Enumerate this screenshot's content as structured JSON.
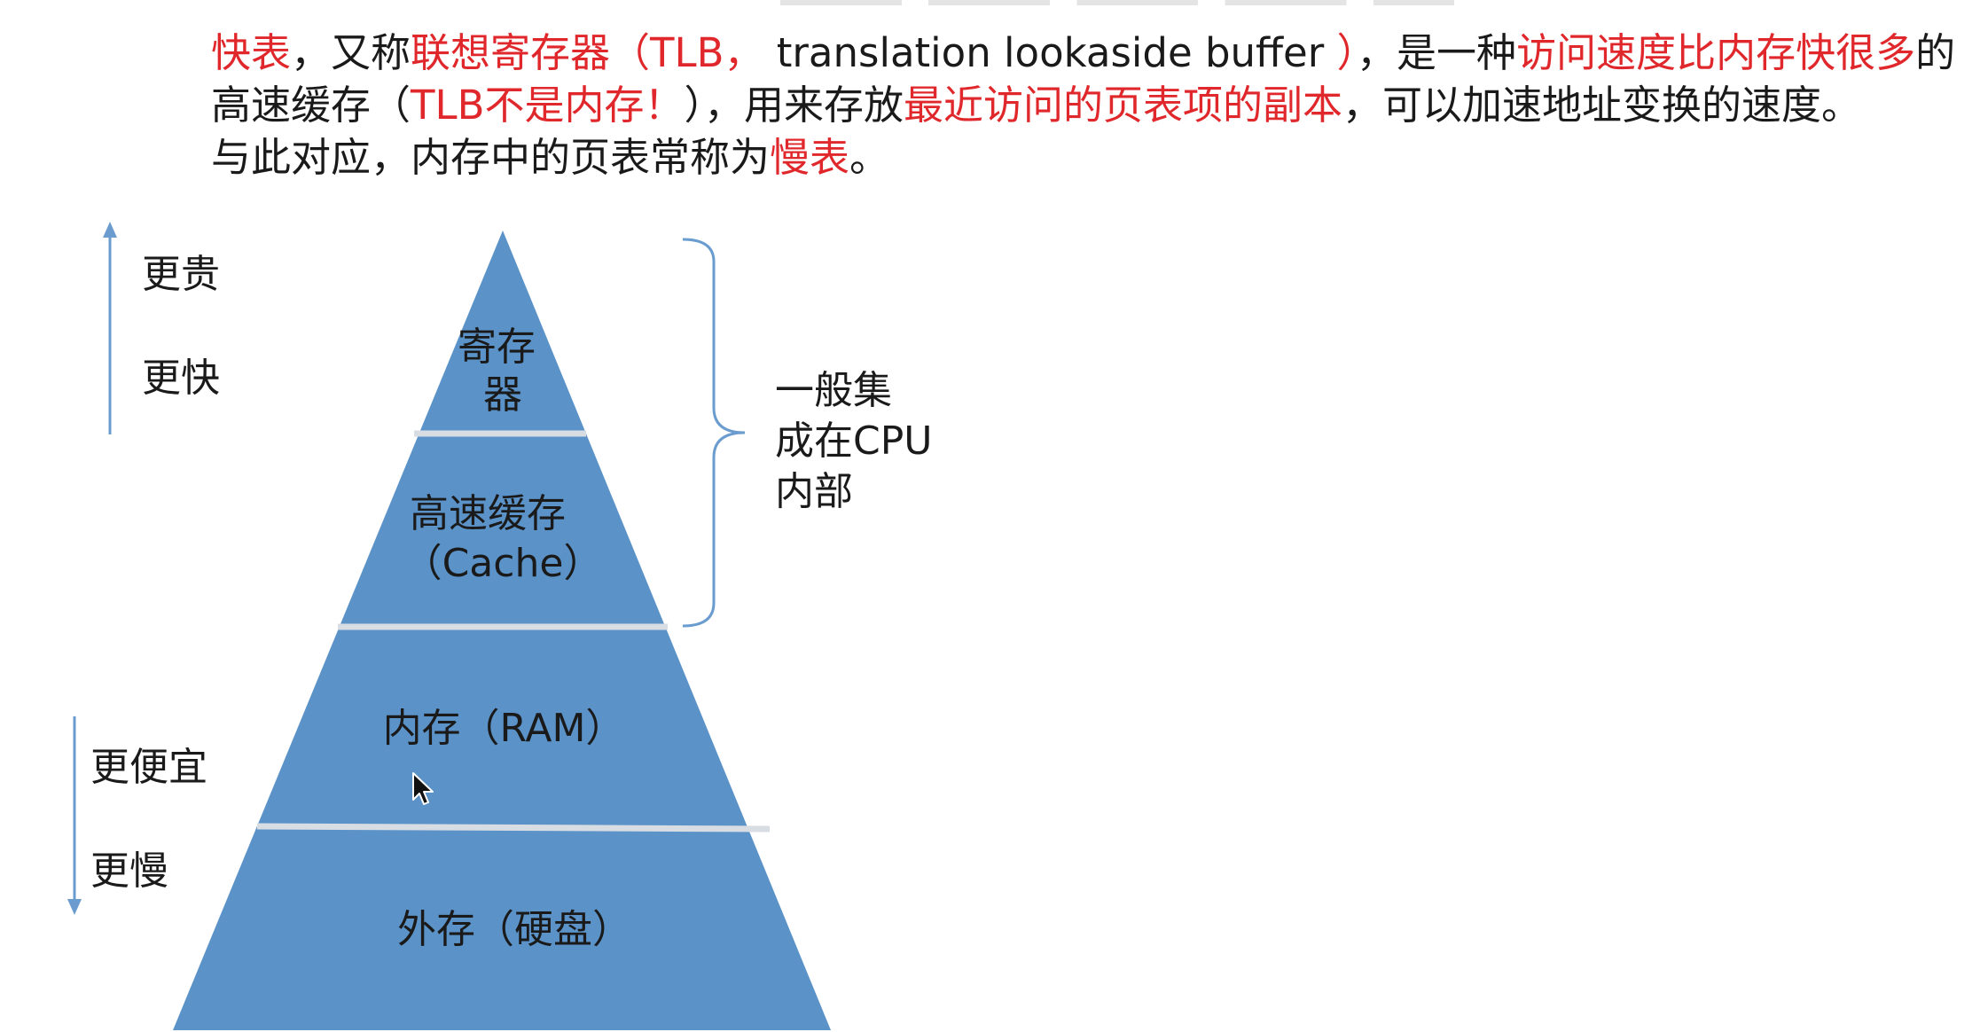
{
  "paragraph": {
    "line1": [
      {
        "text": "快表",
        "red": true
      },
      {
        "text": "，又称",
        "red": false
      },
      {
        "text": "联想寄存器（TLB，",
        "red": true
      },
      {
        "text": " translation lookaside buffer ",
        "red": false
      },
      {
        "text": "）",
        "red": true
      },
      {
        "text": "，是一种",
        "red": false
      },
      {
        "text": "访问速度比内存快很多",
        "red": true
      },
      {
        "text": "的",
        "red": false
      }
    ],
    "line2": [
      {
        "text": "高速缓存（",
        "red": false
      },
      {
        "text": "TLB不是内存！",
        "red": true
      },
      {
        "text": "），用来存放",
        "red": false
      },
      {
        "text": "最近访问的页表项的副本",
        "red": true
      },
      {
        "text": "，可以加速地址变换的速度。",
        "red": false
      }
    ],
    "line3": [
      {
        "text": "与此对应，内存中的页表常称为",
        "red": false
      },
      {
        "text": "慢表",
        "red": true
      },
      {
        "text": "。",
        "red": false
      }
    ]
  },
  "pyramid": {
    "levels": [
      {
        "label_lines": [
          "寄存",
          "器"
        ]
      },
      {
        "label_lines": [
          "高速缓存",
          "（Cache）"
        ]
      },
      {
        "label_lines": [
          "内存（RAM）"
        ]
      },
      {
        "label_lines": [
          "外存（硬盘）"
        ]
      }
    ]
  },
  "arrows": {
    "up_labels": [
      "更贵",
      "更快"
    ],
    "down_labels": [
      "更便宜",
      "更慢"
    ]
  },
  "brace_note": {
    "lines": [
      "一般集",
      "成在CPU",
      "内部"
    ]
  },
  "colors": {
    "pyramid_fill": "#5b93c9",
    "separator": "#d8dde3",
    "red_text": "#e0282c",
    "arrow": "#6a9ccf",
    "brace": "#6a9ccf"
  },
  "icons": {
    "cursor": "mouse-pointer-icon"
  }
}
